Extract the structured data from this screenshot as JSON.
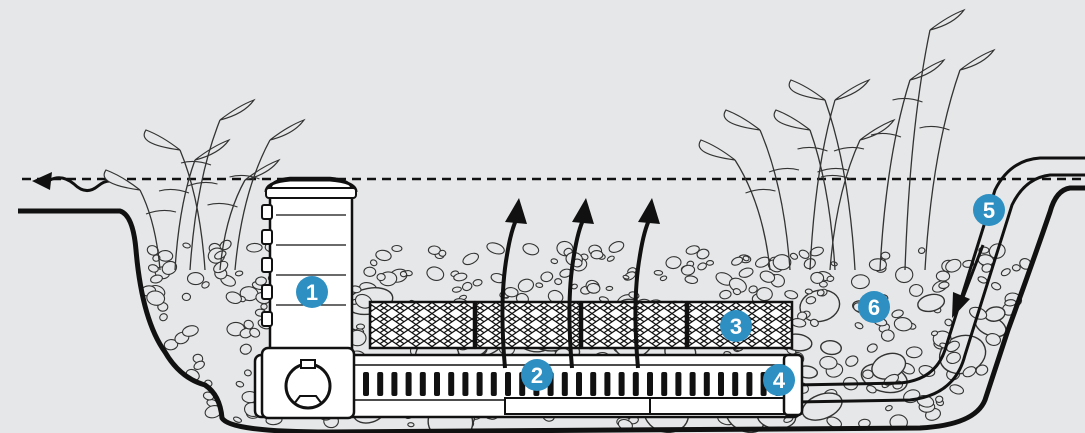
{
  "colors": {
    "background": "#e6e7e8",
    "outline": "#111111",
    "gravel_fill": "#e6e7e8",
    "badge_fill": "#2e8fc2",
    "badge_text": "#ffffff",
    "component_fill": "#ffffff"
  },
  "callouts": [
    {
      "label": "1",
      "component": "skimmer-canister"
    },
    {
      "label": "2",
      "component": "perforated-pipe"
    },
    {
      "label": "3",
      "component": "filter-blocks"
    },
    {
      "label": "4",
      "component": "pipe-end-cap"
    },
    {
      "label": "5",
      "component": "return-inlet-pipe"
    },
    {
      "label": "6",
      "component": "gravel-bed"
    }
  ],
  "icons": [
    "wave-flow-arrow-icon",
    "upflow-arrow-icon",
    "inlet-arrow-icon",
    "aquatic-plant-icon"
  ]
}
